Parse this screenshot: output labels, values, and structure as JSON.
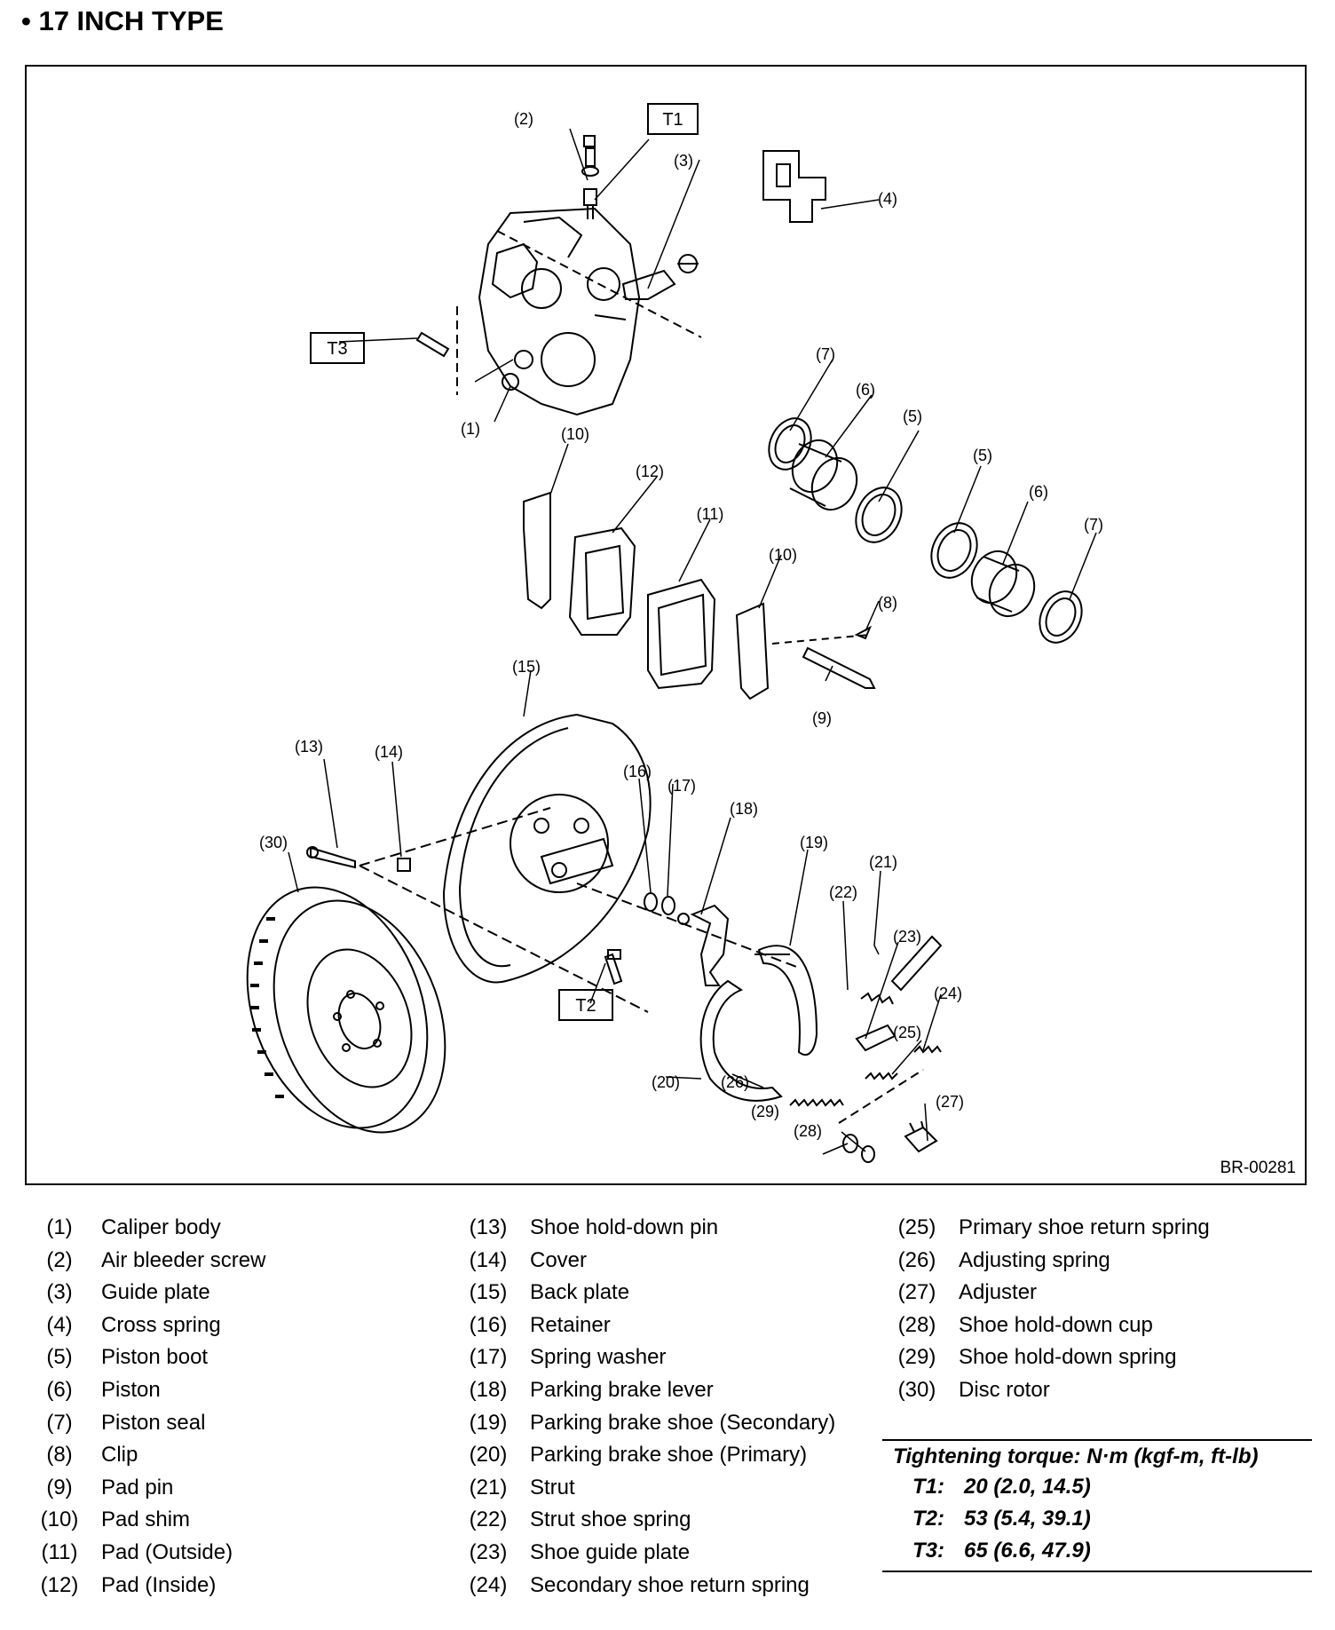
{
  "heading": "• 17 INCH TYPE",
  "figure_code": "BR-00281",
  "callouts": [
    "(1)",
    "(2)",
    "(3)",
    "(4)",
    "(5)",
    "(6)",
    "(7)",
    "(8)",
    "(9)",
    "(10)",
    "(11)",
    "(12)",
    "(13)",
    "(14)",
    "(15)",
    "(16)",
    "(17)",
    "(18)",
    "(19)",
    "(20)",
    "(21)",
    "(22)",
    "(23)",
    "(24)",
    "(25)",
    "(26)",
    "(27)",
    "(28)",
    "(29)",
    "(30)"
  ],
  "torque_tags": [
    "T1",
    "T2",
    "T3"
  ],
  "legend": {
    "col1": [
      {
        "num": "(1)",
        "name": "Caliper body"
      },
      {
        "num": "(2)",
        "name": "Air bleeder screw"
      },
      {
        "num": "(3)",
        "name": "Guide plate"
      },
      {
        "num": "(4)",
        "name": "Cross spring"
      },
      {
        "num": "(5)",
        "name": "Piston boot"
      },
      {
        "num": "(6)",
        "name": "Piston"
      },
      {
        "num": "(7)",
        "name": "Piston seal"
      },
      {
        "num": "(8)",
        "name": "Clip"
      },
      {
        "num": "(9)",
        "name": "Pad pin"
      },
      {
        "num": "(10)",
        "name": "Pad shim"
      },
      {
        "num": "(11)",
        "name": "Pad (Outside)"
      },
      {
        "num": "(12)",
        "name": "Pad (Inside)"
      }
    ],
    "col2": [
      {
        "num": "(13)",
        "name": "Shoe hold-down pin"
      },
      {
        "num": "(14)",
        "name": "Cover"
      },
      {
        "num": "(15)",
        "name": "Back plate"
      },
      {
        "num": "(16)",
        "name": "Retainer"
      },
      {
        "num": "(17)",
        "name": "Spring washer"
      },
      {
        "num": "(18)",
        "name": "Parking brake lever"
      },
      {
        "num": "(19)",
        "name": "Parking brake shoe (Secondary)"
      },
      {
        "num": "(20)",
        "name": "Parking brake shoe (Primary)"
      },
      {
        "num": "(21)",
        "name": "Strut"
      },
      {
        "num": "(22)",
        "name": "Strut shoe spring"
      },
      {
        "num": "(23)",
        "name": "Shoe guide plate"
      },
      {
        "num": "(24)",
        "name": "Secondary shoe return spring"
      }
    ],
    "col3": [
      {
        "num": "(25)",
        "name": "Primary shoe return spring"
      },
      {
        "num": "(26)",
        "name": "Adjusting spring"
      },
      {
        "num": "(27)",
        "name": "Adjuster"
      },
      {
        "num": "(28)",
        "name": "Shoe hold-down cup"
      },
      {
        "num": "(29)",
        "name": "Shoe hold-down spring"
      },
      {
        "num": "(30)",
        "name": "Disc rotor"
      }
    ]
  },
  "torque": {
    "title": "Tightening torque: N·m (kgf-m, ft-lb)",
    "rows": [
      {
        "label": "T1:",
        "value": "20 (2.0, 14.5)"
      },
      {
        "label": "T2:",
        "value": "53 (5.4, 39.1)"
      },
      {
        "label": "T3:",
        "value": "65 (6.6, 47.9)"
      }
    ]
  }
}
